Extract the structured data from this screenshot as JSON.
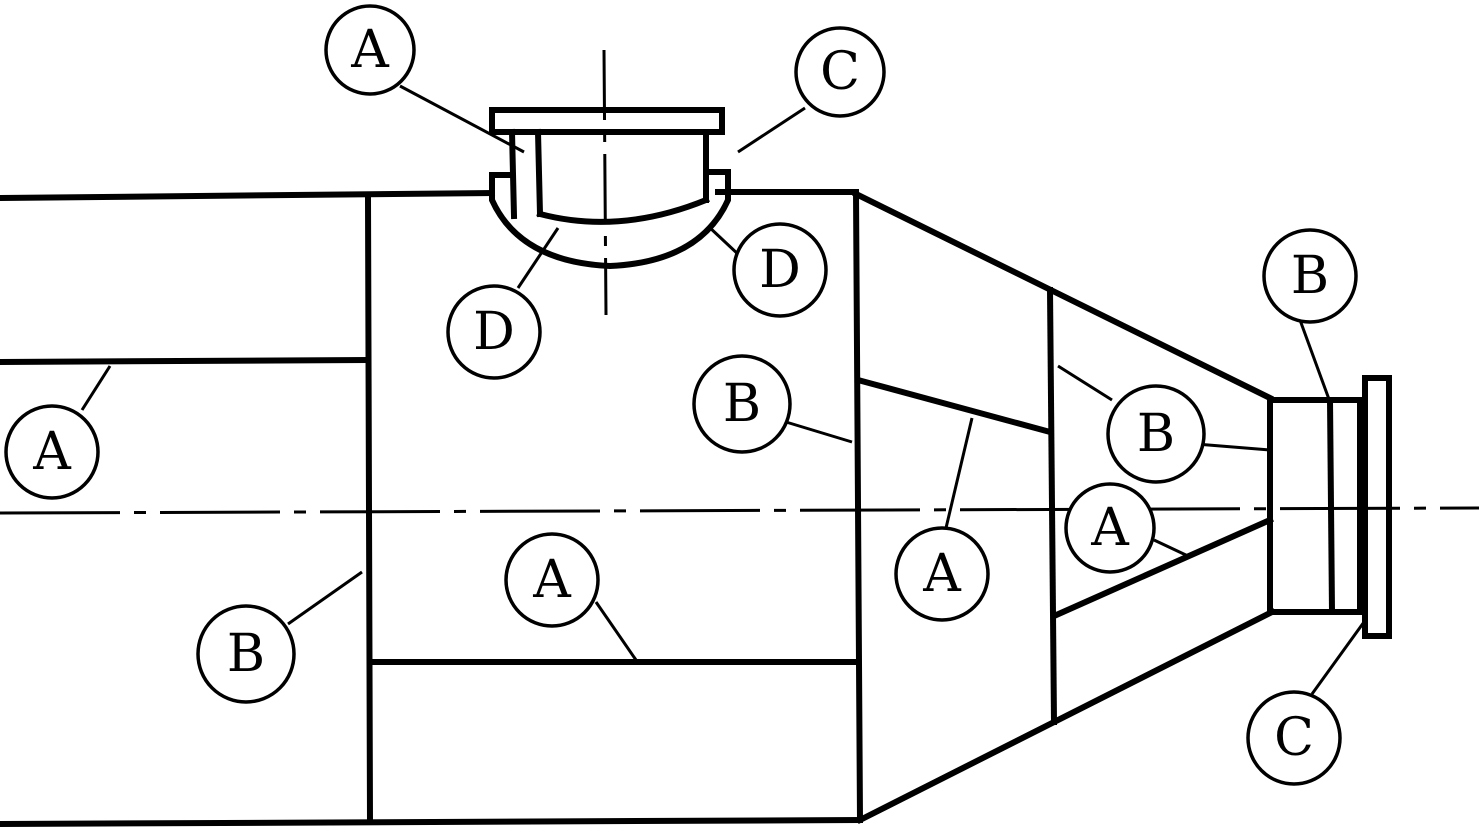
{
  "labels": {
    "A": "A",
    "B": "B",
    "C": "C",
    "D": "D"
  },
  "callouts": [
    {
      "id": "a-top-nozzle",
      "letter": "A"
    },
    {
      "id": "c-top-flange",
      "letter": "C"
    },
    {
      "id": "d-left-pad",
      "letter": "D"
    },
    {
      "id": "d-right-pad",
      "letter": "D"
    },
    {
      "id": "a-left-shell",
      "letter": "A"
    },
    {
      "id": "b-left-seam",
      "letter": "B"
    },
    {
      "id": "a-middle-shell",
      "letter": "A"
    },
    {
      "id": "b-cone-seam",
      "letter": "B"
    },
    {
      "id": "a-cone-seam",
      "letter": "A"
    },
    {
      "id": "b-small-cone",
      "letter": "B"
    },
    {
      "id": "a-small-cone",
      "letter": "A"
    },
    {
      "id": "b-right-nozzle",
      "letter": "B"
    },
    {
      "id": "c-right-flange",
      "letter": "C"
    }
  ]
}
